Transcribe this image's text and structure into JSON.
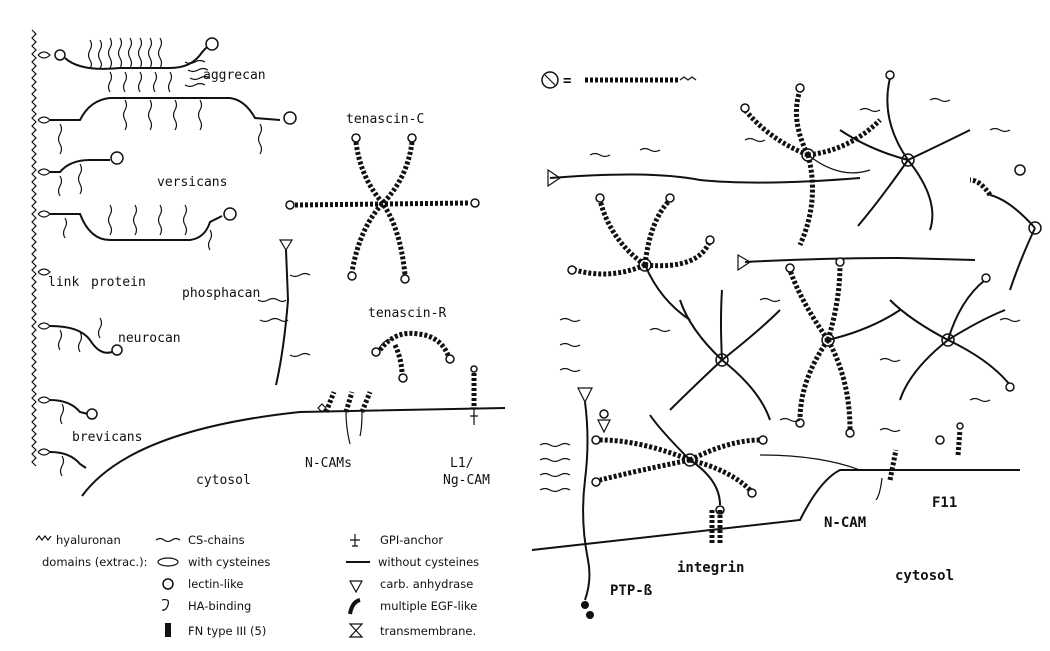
{
  "left_panel": {
    "labels": {
      "aggrecan": "aggrecan",
      "versicans": "versicans",
      "link": "link",
      "protein": "protein",
      "neurocan": "neurocan",
      "brevicans": "brevicans",
      "phosphacan": "phosphacan",
      "tenascin_c": "tenascin-C",
      "tenascin_r": "tenascin-R",
      "n_cams": "N-CAMs",
      "l1_line1": "L1/",
      "l1_line2": "Ng-CAM",
      "cytosol": "cytosol"
    },
    "legend": [
      {
        "icon": "hyaluronan-icon",
        "text": "hyaluronan"
      },
      {
        "icon": "",
        "text": "domains (extrac.):"
      },
      {
        "icon": "cs-chain-icon",
        "text": "CS-chains"
      },
      {
        "icon": "cysteine-ellipse-icon",
        "text": "with cysteines"
      },
      {
        "icon": "lectin-icon",
        "text": "lectin-like"
      },
      {
        "icon": "ha-binding-icon",
        "text": "HA-binding"
      },
      {
        "icon": "fn-type-iii-icon",
        "text": "FN type III (5)"
      },
      {
        "icon": "gpi-anchor-icon",
        "text": "GPI-anchor"
      },
      {
        "icon": "no-cysteine-line-icon",
        "text": "without cysteines"
      },
      {
        "icon": "carb-anhydrase-icon",
        "text": "carb. anhydrase"
      },
      {
        "icon": "egf-like-icon",
        "text": "multiple EGF-like"
      },
      {
        "icon": "transmembrane-icon",
        "text": "transmembrane."
      }
    ]
  },
  "right_panel": {
    "labels": {
      "equals": "=",
      "n_cam": "N-CAM",
      "f11": "F11",
      "integrin": "integrin",
      "ptp": "PTP-ß",
      "cytosol": "cytosol"
    }
  }
}
